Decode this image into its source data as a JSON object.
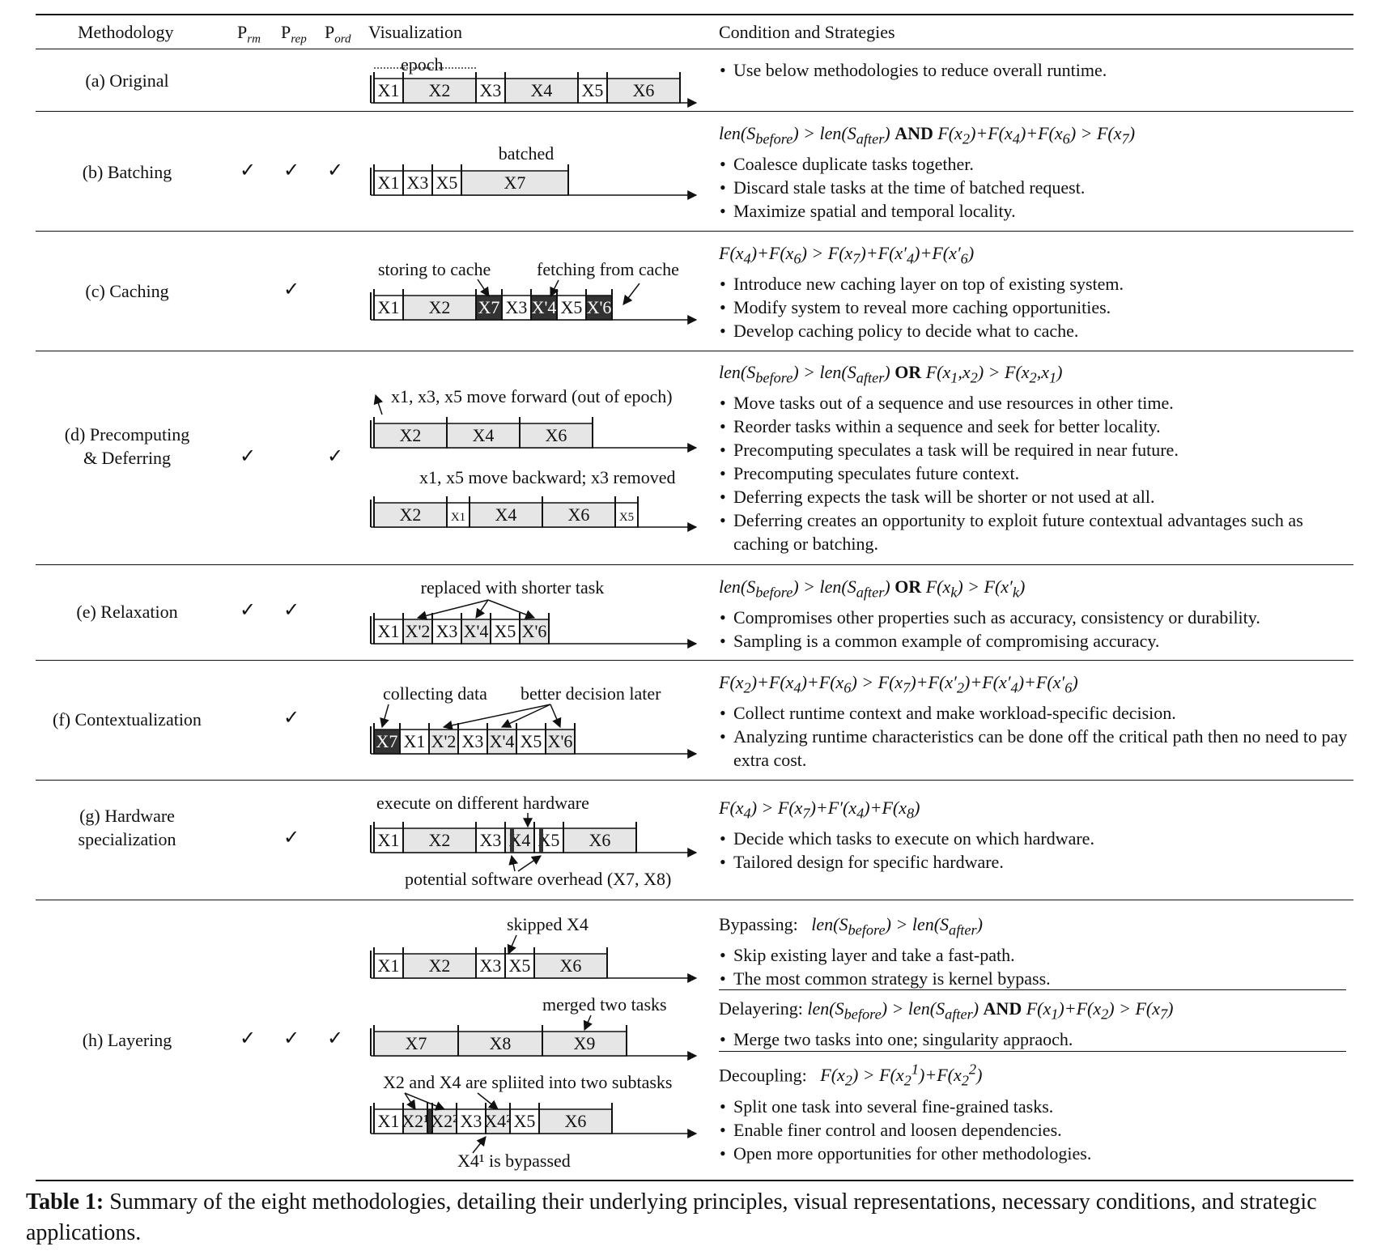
{
  "headers": {
    "methodology": "Methodology",
    "p_rm": "P",
    "p_rm_sub": "rm",
    "p_rep": "P",
    "p_rep_sub": "rep",
    "p_ord": "P",
    "p_ord_sub": "ord",
    "visualization": "Visualization",
    "conditions": "Condition and Strategies"
  },
  "check": "✓",
  "rows": [
    {
      "name": "(a) Original",
      "checks": [
        false,
        false,
        false
      ],
      "condition": "",
      "bullets": [
        "Use below methodologies to reduce overall runtime."
      ]
    },
    {
      "name": "(b) Batching",
      "checks": [
        true,
        true,
        true
      ],
      "condition": "len(S_before) > len(S_after) AND F(x2)+F(x4)+F(x6) > F(x7)",
      "bullets": [
        "Coalesce duplicate tasks together.",
        "Discard stale tasks at the time of batched request.",
        "Maximize spatial and temporal locality."
      ]
    },
    {
      "name": "(c) Caching",
      "checks": [
        false,
        true,
        false
      ],
      "condition": "F(x4)+F(x6) > F(x7)+F(x'4)+F(x'6)",
      "bullets": [
        "Introduce new caching layer on top of existing system.",
        "Modify system to reveal more caching opportunities.",
        "Develop caching policy to decide what to cache."
      ]
    },
    {
      "name": "(d) Precomputing",
      "name2": "& Deferring",
      "checks": [
        true,
        false,
        true
      ],
      "condition": "len(S_before) > len(S_after) OR F(x1,x2) > F(x2,x1)",
      "bullets": [
        "Move tasks out of a sequence and use resources in other time.",
        "Reorder tasks within a sequence and seek for better locality.",
        "Precomputing speculates a task will be required in near future.",
        "Precomputing speculates future context.",
        "Deferring expects the task will be shorter or not used at all.",
        "Deferring creates an opportunity to exploit future contextual advantages such as caching or batching."
      ]
    },
    {
      "name": "(e) Relaxation",
      "checks": [
        true,
        true,
        false
      ],
      "condition": "len(S_before) > len(S_after) OR F(xk) > F(x'k)",
      "bullets": [
        "Compromises other properties such as accuracy, consistency or durability.",
        "Sampling is a common example of compromising accuracy."
      ]
    },
    {
      "name": "(f) Contextualization",
      "checks": [
        false,
        true,
        false
      ],
      "condition": "F(x2)+F(x4)+F(x6) > F(x7)+F(x'2)+F(x'4)+F(x'6)",
      "bullets": [
        "Collect runtime context and make workload-specific decision.",
        "Analyzing runtime characteristics can be done off the critical path then no need to pay extra cost."
      ]
    },
    {
      "name": "(g) Hardware",
      "name2": "specialization",
      "checks": [
        false,
        true,
        false
      ],
      "condition": "F(x4) > F(x7)+F'(x4)+F(x8)",
      "bullets": [
        "Decide which tasks to execute on which hardware.",
        "Tailored design for specific hardware."
      ]
    },
    {
      "name": "(h) Layering",
      "checks": [
        true,
        true,
        true
      ],
      "sections": [
        {
          "label": "Bypassing:",
          "condition": "len(S_before) > len(S_after)",
          "bullets": [
            "Skip existing layer and take a fast-path.",
            "The most common strategy is kernel bypass."
          ]
        },
        {
          "label": "Delayering:",
          "condition": "len(S_before) > len(S_after) AND F(x1)+F(x2) > F(x7)",
          "bullets": [
            "Merge two tasks into one; singularity appraoch."
          ]
        },
        {
          "label": "Decoupling:",
          "condition": "F(x2) > F(x2^1)+F(x2^2)",
          "bullets": [
            "Split one task into several fine-grained tasks.",
            "Enable finer control and loosen dependencies.",
            "Open more opportunities for other methodologies."
          ]
        }
      ]
    }
  ],
  "viz": {
    "epoch": "epoch",
    "batched": "batched",
    "storing_to_cache": "storing to cache",
    "fetching_from_cache": "fetching from cache",
    "move_forward": "x1, x3, x5 move forward (out of epoch)",
    "move_backward": "x1, x5 move backward; x3 removed",
    "replaced_shorter": "replaced with shorter task",
    "collecting_data": "collecting data",
    "better_decision": "better decision later",
    "execute_different_hw": "execute on different hardware",
    "sw_overhead": "potential software overhead (X7, X8)",
    "skipped_x4": "skipped X4",
    "merged_two": "merged two tasks",
    "split_subtasks": "X2 and X4 are spliited into two subtasks",
    "x4_bypassed": "X4¹ is bypassed"
  },
  "caption": {
    "label": "Table 1:",
    "text": "Summary of the eight methodologies, detailing their underlying principles, visual representations, necessary conditions, and strategic applications."
  }
}
